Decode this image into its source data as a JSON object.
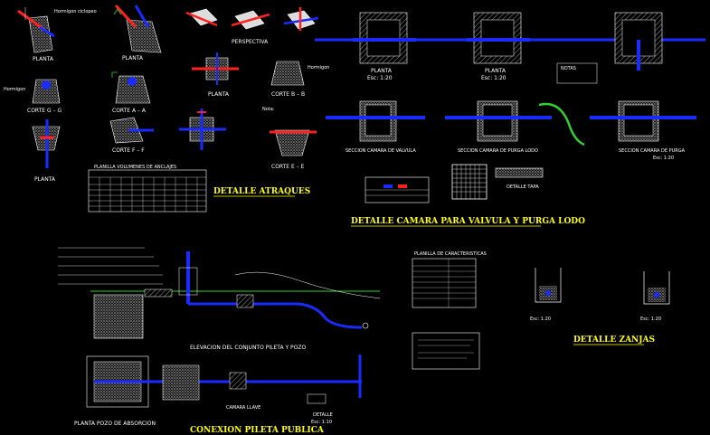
{
  "panels": {
    "anchors": {
      "title": "DETALLE ATRAQUES",
      "labels": {
        "planta_1": "PLANTA",
        "planta_2": "PLANTA",
        "perspectiva": "PERSPECTIVA",
        "planta_3": "PLANTA",
        "corte_g": "CORTE G – G",
        "corte_a": "CORTE A – A",
        "corte_b": "CORTE B – B",
        "corte_f": "CORTE F – F",
        "corte_e": "CORTE E – E",
        "planta_4": "PLANTA",
        "nota": "Nota:"
      },
      "table_title": "PLANILLA VOLUMENES DE ANCLAJES"
    },
    "chamber": {
      "title": "DETALLE CAMARA PARA VALVULA Y PURGA LODO",
      "labels": {
        "planta_a": "PLANTA",
        "planta_b": "PLANTA",
        "escala_a": "Esc: 1:20",
        "escala_b": "Esc: 1:20",
        "notas": "NOTAS",
        "seccion_1": "SECCION CAMARA DE VALVULA",
        "seccion_2": "SECCION CAMARA DE PURGA LODO",
        "seccion_3": "SECCION CAMARA DE PURGA",
        "escala_c": "Esc: 1:20",
        "tapa": "DETALLE TAPA"
      }
    },
    "connection": {
      "title": "CONEXION PILETA PUBLICA",
      "labels": {
        "elevacion": "ELEVACION DEL CONJUNTO PILETA Y POZO",
        "planta_pozo": "PLANTA POZO DE ABSORCION",
        "camara": "CAMARA LLAVE",
        "detalle": "DETALLE",
        "escala": "Esc: 1:10"
      }
    },
    "trench": {
      "title": "DETALLE ZANJAS",
      "labels": {
        "table_title": "PLANILLA DE CARACTERISTICAS",
        "escala_a": "Esc: 1:20",
        "escala_b": "Esc: 1:20"
      }
    }
  },
  "colors": {
    "background": "#000000",
    "pipe": "#1a2bff",
    "red": "#ff2020",
    "concrete": "#e0e0e0",
    "title": "#ffff00",
    "line": "#ffffff",
    "green": "#2fd02f"
  }
}
